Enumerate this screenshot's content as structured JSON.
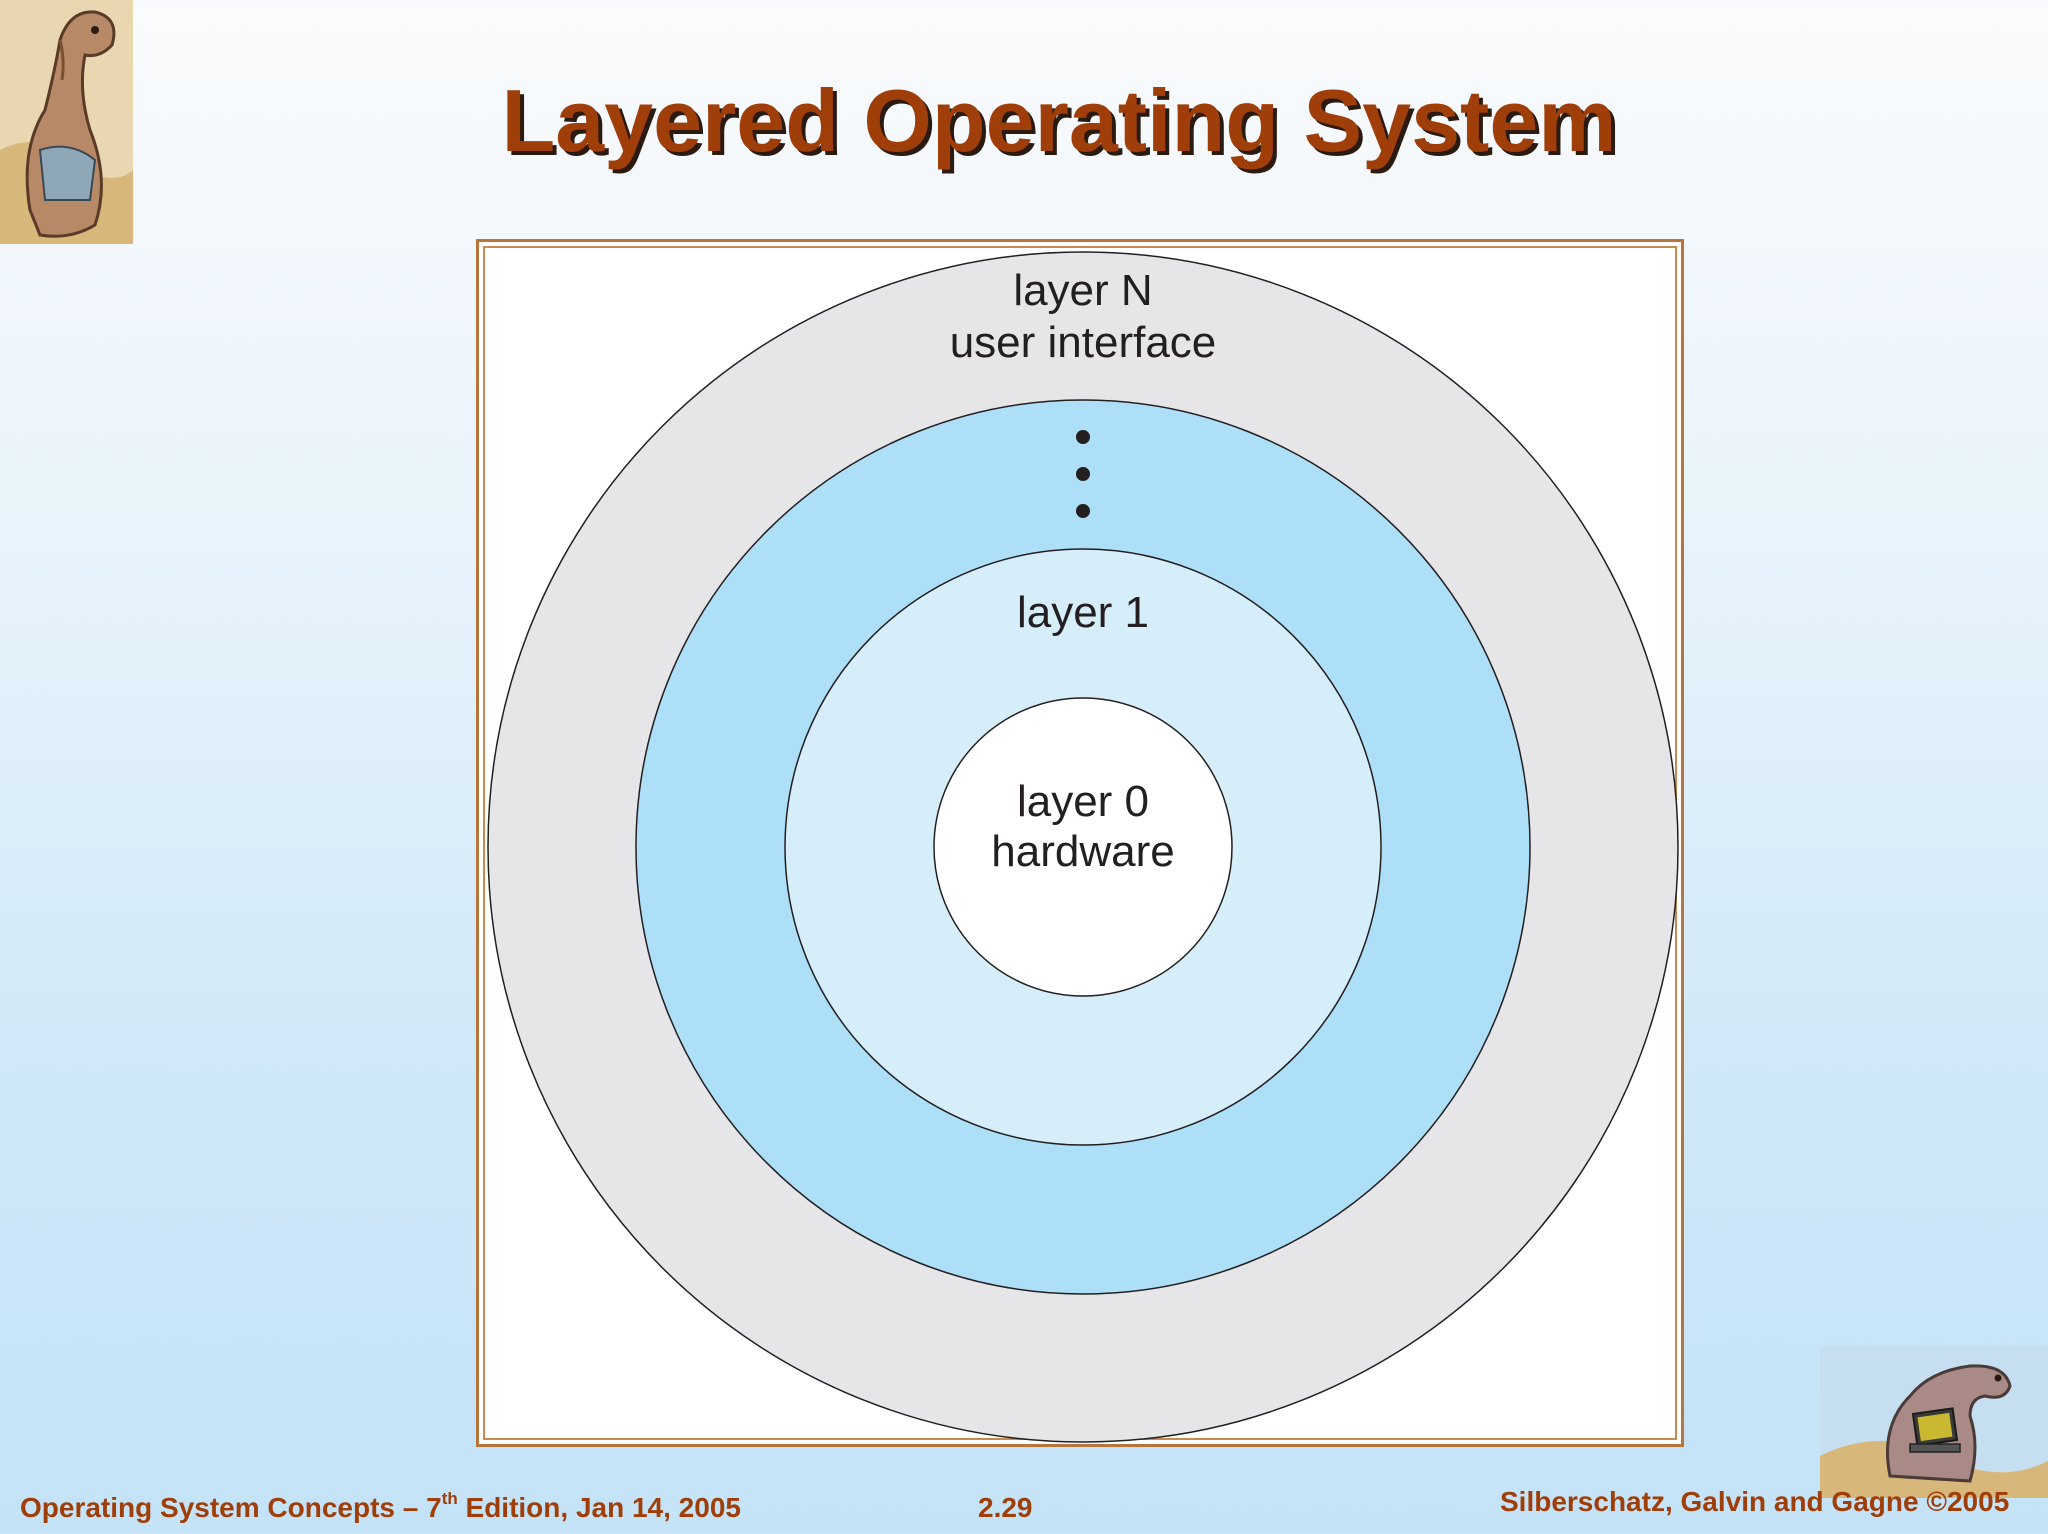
{
  "slide": {
    "title": "Layered Operating System"
  },
  "diagram": {
    "layer_n_name": "layer N",
    "layer_n_desc": "user interface",
    "layer_1_name": "layer 1",
    "layer_0_name": "layer 0",
    "layer_0_desc": "hardware",
    "colors": {
      "outer_ring": "#e6e6e8",
      "middle_ring": "#ade0f8",
      "inner_ring": "#d6eef9",
      "core": "#ffffff",
      "frame_border": "#b8753a"
    },
    "icons": [
      "ellipsis-dots-icon"
    ]
  },
  "footer": {
    "book_title": "Operating System Concepts – 7",
    "edition_sup": "th",
    "edition_rest": " Edition, Jan 14, 2005",
    "page_number": "2.29",
    "copyright": "Silberschatz, Galvin and Gagne ©2005"
  },
  "images": [
    "dinosaur-reading-book-image",
    "dinosaur-with-laptop-image"
  ]
}
